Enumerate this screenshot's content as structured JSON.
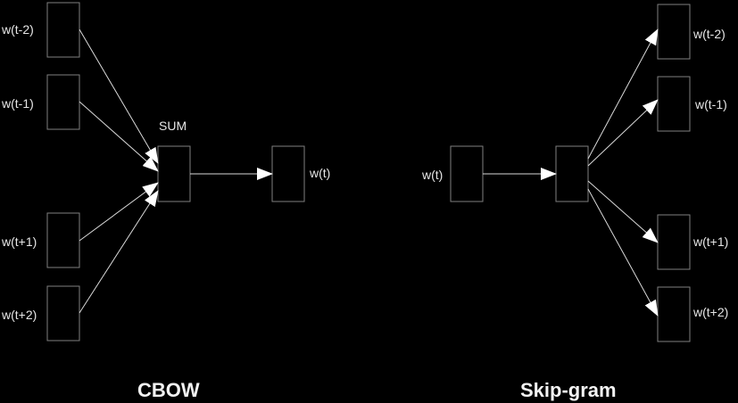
{
  "cbow": {
    "title": "CBOW",
    "inputs": [
      "w(t-2)",
      "w(t-1)",
      "w(t+1)",
      "w(t+2)"
    ],
    "sum_label": "SUM",
    "output": "w(t)"
  },
  "skipgram": {
    "title": "Skip-gram",
    "input": "w(t)",
    "outputs": [
      "w(t-2)",
      "w(t-1)",
      "w(t+1)",
      "w(t+2)"
    ]
  },
  "colors": {
    "background": "#000000",
    "box_border": "#7f7f7f",
    "arrow": "#ffffff",
    "text": "#e6e6e6"
  }
}
